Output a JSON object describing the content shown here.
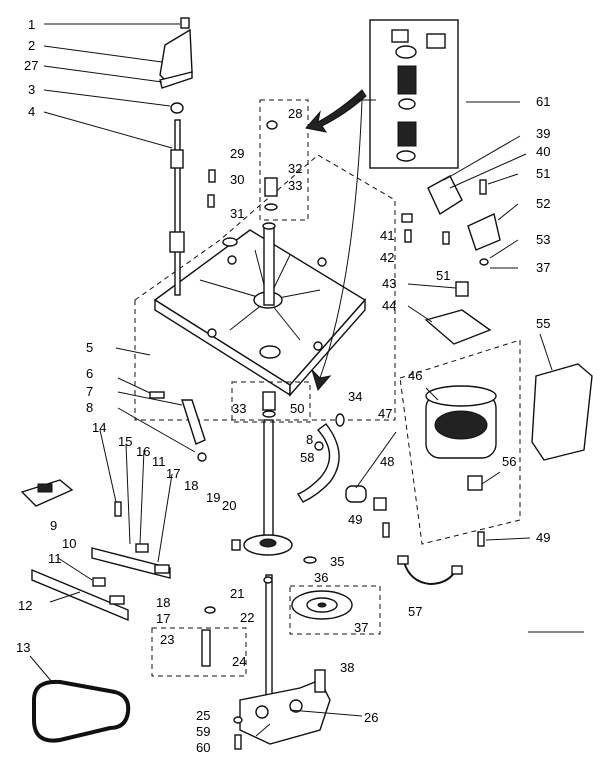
{
  "callouts": [
    "1",
    "2",
    "27",
    "3",
    "4",
    "28",
    "32",
    "33",
    "29",
    "30",
    "31",
    "5",
    "6",
    "7",
    "8",
    "33",
    "50",
    "34",
    "8",
    "58",
    "14",
    "15",
    "16",
    "11",
    "17",
    "18",
    "9",
    "10",
    "11",
    "12",
    "18",
    "17",
    "19",
    "20",
    "35",
    "36",
    "21",
    "22",
    "23",
    "24",
    "13",
    "25",
    "59",
    "60",
    "26",
    "37",
    "38",
    "61",
    "39",
    "40",
    "51",
    "52",
    "41",
    "42",
    "51",
    "53",
    "37",
    "43",
    "44",
    "55",
    "46",
    "47",
    "48",
    "49",
    "56",
    "49",
    "57"
  ]
}
